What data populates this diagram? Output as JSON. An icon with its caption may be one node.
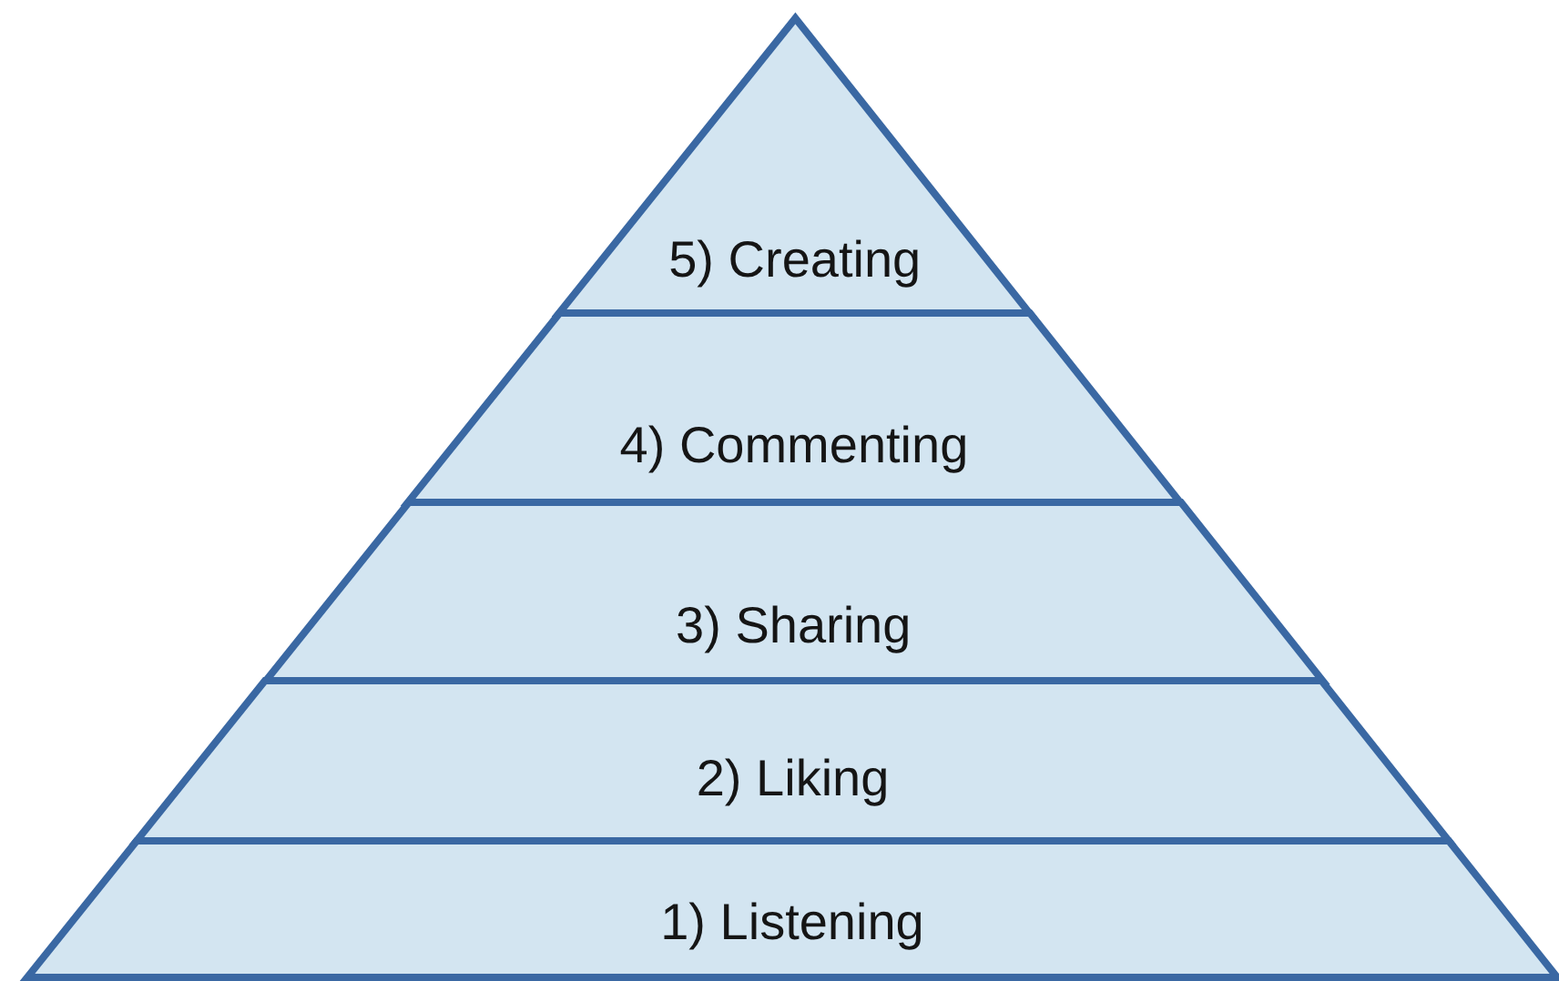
{
  "diagram": {
    "nodes": [
      {
        "text": [
          "5) Creating"
        ]
      },
      {
        "text": [
          "4) Commenting"
        ]
      },
      {
        "text": [
          "3) Sharing"
        ]
      },
      {
        "text": [
          "2) Liking"
        ]
      },
      {
        "text": [
          "1) Listening"
        ]
      }
    ]
  }
}
